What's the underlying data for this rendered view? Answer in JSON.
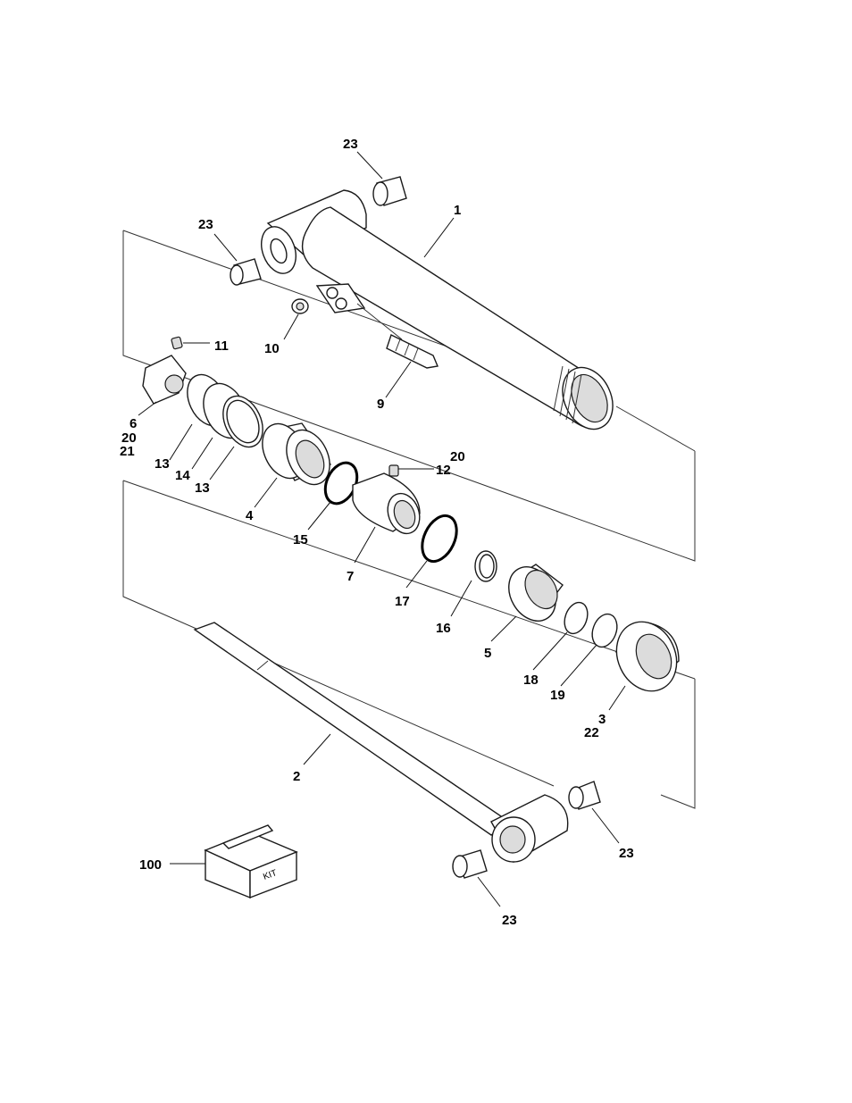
{
  "callouts": {
    "c1": "1",
    "c2": "2",
    "c3": "3",
    "c4": "4",
    "c5": "5",
    "c6": "6",
    "c7": "7",
    "c9": "9",
    "c10": "10",
    "c11": "11",
    "c12": "12",
    "c13a": "13",
    "c13b": "13",
    "c14": "14",
    "c15": "15",
    "c16": "16",
    "c17": "17",
    "c18": "18",
    "c19": "19",
    "c20a": "20",
    "c20b": "20",
    "c21": "21",
    "c22": "22",
    "c23a": "23",
    "c23b": "23",
    "c23c": "23",
    "c23d": "23",
    "c100": "100"
  },
  "kit_label": "KIT"
}
